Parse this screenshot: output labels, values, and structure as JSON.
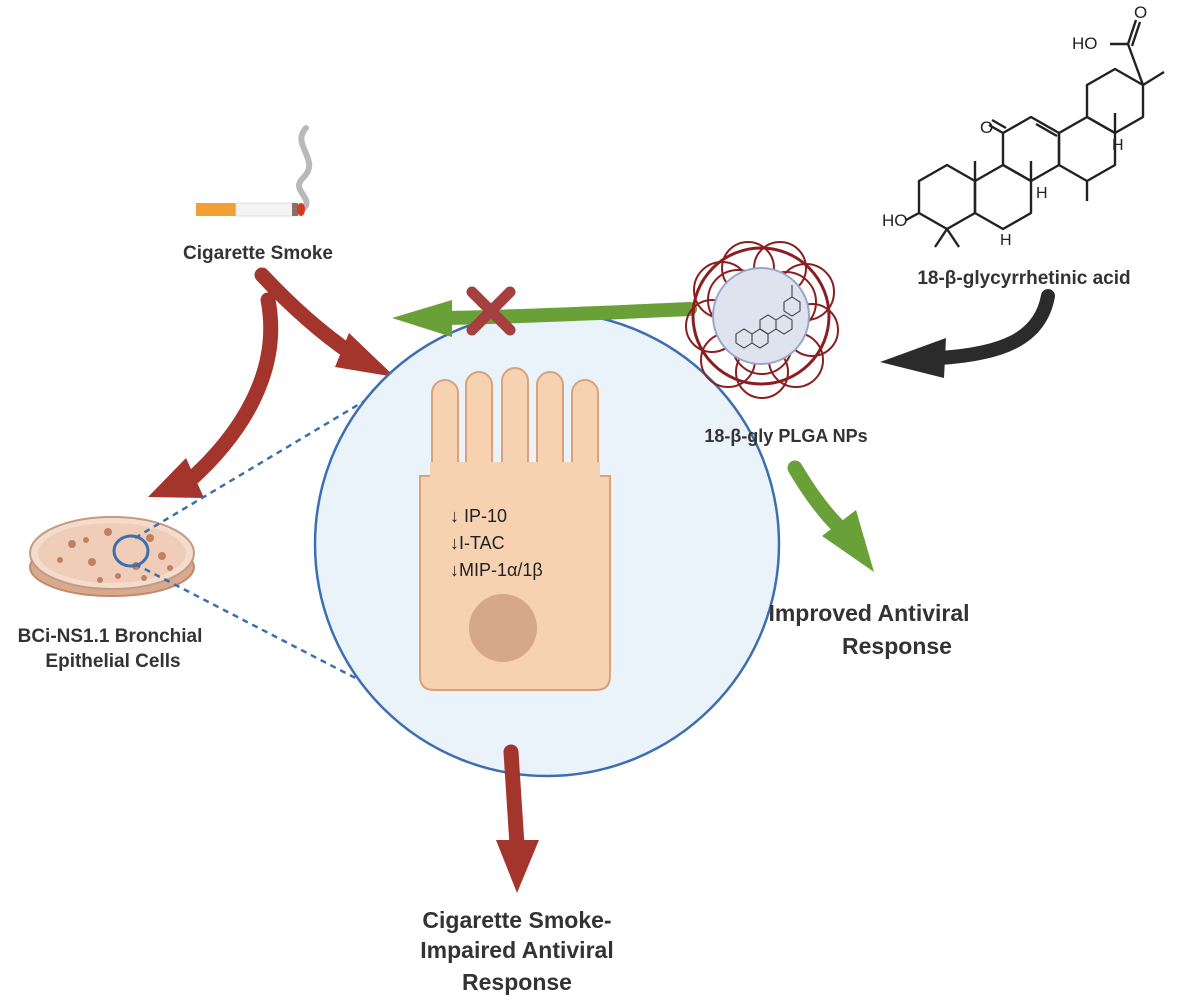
{
  "labels": {
    "cigarette_smoke": "Cigarette Smoke",
    "molecule_name": "18-β-glycyrrhetinic acid",
    "nanoparticles": "18-β-gly PLGA NPs",
    "cells_line1": "BCi-NS1.1 Bronchial",
    "cells_line2": "Epithelial Cells",
    "improved_line1": "Improved Antiviral",
    "improved_line2": "Response",
    "impaired_line1": "Cigarette Smoke-",
    "impaired_line2": "Impaired Antiviral",
    "impaired_line3": "Response"
  },
  "cytokines": [
    "↓ IP-10",
    "↓I-TAC",
    "↓MIP-1α/1β"
  ],
  "molecule_atoms": {
    "ho_top": "HO",
    "oxygen_top": "O",
    "oxygen_ketone": "O",
    "ho_bottom": "HO",
    "h1": "H",
    "h2": "H",
    "h3": "H"
  },
  "colors": {
    "smoke_arrow": "#a3352c",
    "green_arrow": "#6aa038",
    "dark_arrow": "#2b2b2b",
    "circle_border": "#3d6fb0",
    "circle_fill": "#eaf2fa",
    "cell_fill": "#f6d2b1",
    "cell_stroke": "#d9a27c",
    "nucleus": "#d6a88a",
    "np_red": "#8a1f22",
    "block_x": "#a64040",
    "text": "#333333"
  }
}
